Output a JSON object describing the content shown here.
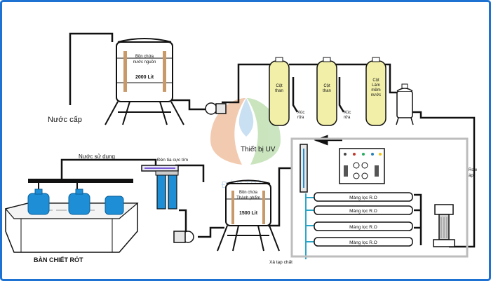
{
  "colors": {
    "frame_border": "#1e73d2",
    "pipe": "#111111",
    "pipe_blue": "#2aa6c8",
    "column_fill": "#f2efa8",
    "tank_fill": "#ffffff",
    "bottle_blue": "#1e8fd6",
    "housing_gray": "#c8c8c8",
    "logo_orange": "#e8a070",
    "logo_green": "#9fcf8a",
    "logo_blue": "#9ec6e8"
  },
  "labels": {
    "source_tank": "Bồn chứa\nnước nguồn",
    "source_tank_capacity": "2000 Lit",
    "feed_water": "Nước cấp",
    "column_carbon_1": "Cột\nthan",
    "column_carbon_2": "Cột\nthan",
    "column_softener": "Cột\nLàm\nmềm\nnước",
    "backwash_1": "Xúc\nrửa",
    "backwash_2": "Xúc\nrửa",
    "uv_device": "Thiết bị UV",
    "pressure_relay": "Role\náp",
    "ro_membrane_1": "Màng lọc R.O",
    "ro_membrane_2": "Màng lọc R.O",
    "ro_membrane_3": "Màng lọc R.O",
    "ro_membrane_4": "Màng lọc R.O",
    "waste_drain": "Xả tạp chất",
    "product_tank": "Bồn chứa\nThành phẩm",
    "product_tank_capacity": "1500 Lit",
    "uv_lamp": "Đèn tia cực tím",
    "usage_water": "Nước sử dụng",
    "filling_table": "BÀN CHIẾT RÓT",
    "watermark": "ĐỨC TRẦN"
  }
}
